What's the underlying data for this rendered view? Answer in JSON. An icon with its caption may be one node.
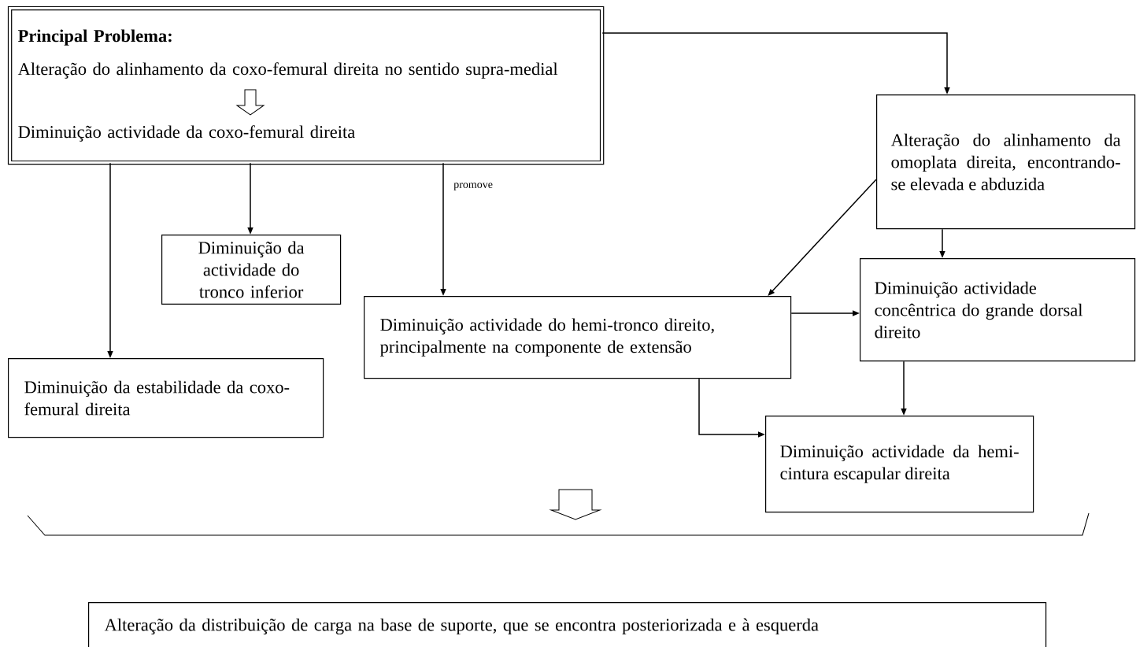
{
  "diagram": {
    "nodes": [
      {
        "text": [
          "Principal Problema:",
          "Alteração do alinhamento da coxo-femural direita no sentido supra-medial",
          "Diminuição actividade da coxo-femural direita"
        ]
      },
      {
        "text": [
          "Alteração do alinhamento da omoplata direita, encontrando-se elevada e abduzida"
        ]
      },
      {
        "text": [
          "Diminuição da actividade do tronco inferior"
        ]
      },
      {
        "text": [
          "Diminuição actividade do hemi-tronco direito, principalmente na componente de extensão"
        ]
      },
      {
        "text": [
          "Diminuição actividade concêntrica do grande dorsal direito"
        ]
      },
      {
        "text": [
          "Diminuição da estabilidade da coxo-femural direita"
        ]
      },
      {
        "text": [
          "Diminuição actividade da hemi-cintura escapular direita"
        ]
      },
      {
        "text": [
          "Alteração da distribuição de carga na base de suporte, que se encontra posteriorizada e à esquerda"
        ]
      }
    ],
    "edges": [
      {
        "from": 0,
        "to": 1,
        "arrow": "to"
      },
      {
        "from": 0,
        "to": 5,
        "arrow": "to"
      },
      {
        "from": 0,
        "to": 2,
        "arrow": "to"
      },
      {
        "from": 0,
        "to": 3,
        "arrow": "to",
        "label": "promove"
      },
      {
        "from": 1,
        "to": 3,
        "arrow": "to"
      },
      {
        "from": 1,
        "to": 4,
        "arrow": "to"
      },
      {
        "from": 3,
        "to": 4,
        "arrow": "to"
      },
      {
        "from": 4,
        "to": 6,
        "arrow": "to"
      },
      {
        "from": 3,
        "to": 6,
        "arrow": "to"
      }
    ]
  }
}
